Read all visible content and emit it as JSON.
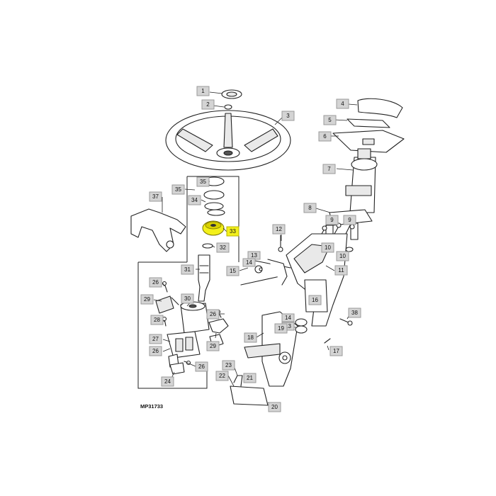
{
  "diagram": {
    "reference": "MP31733",
    "highlight_color": "#f3f01a",
    "callouts": [
      "1",
      "2",
      "3",
      "4",
      "5",
      "6",
      "7",
      "8",
      "9",
      "9",
      "10",
      "10",
      "11",
      "12",
      "13",
      "13",
      "14",
      "14",
      "15",
      "16",
      "17",
      "18",
      "19",
      "20",
      "21",
      "22",
      "23",
      "24",
      "26",
      "26",
      "26",
      "26",
      "27",
      "28",
      "29",
      "29",
      "30",
      "31",
      "32",
      "33",
      "34",
      "35",
      "35",
      "37",
      "38"
    ],
    "highlighted_callout": "33"
  }
}
